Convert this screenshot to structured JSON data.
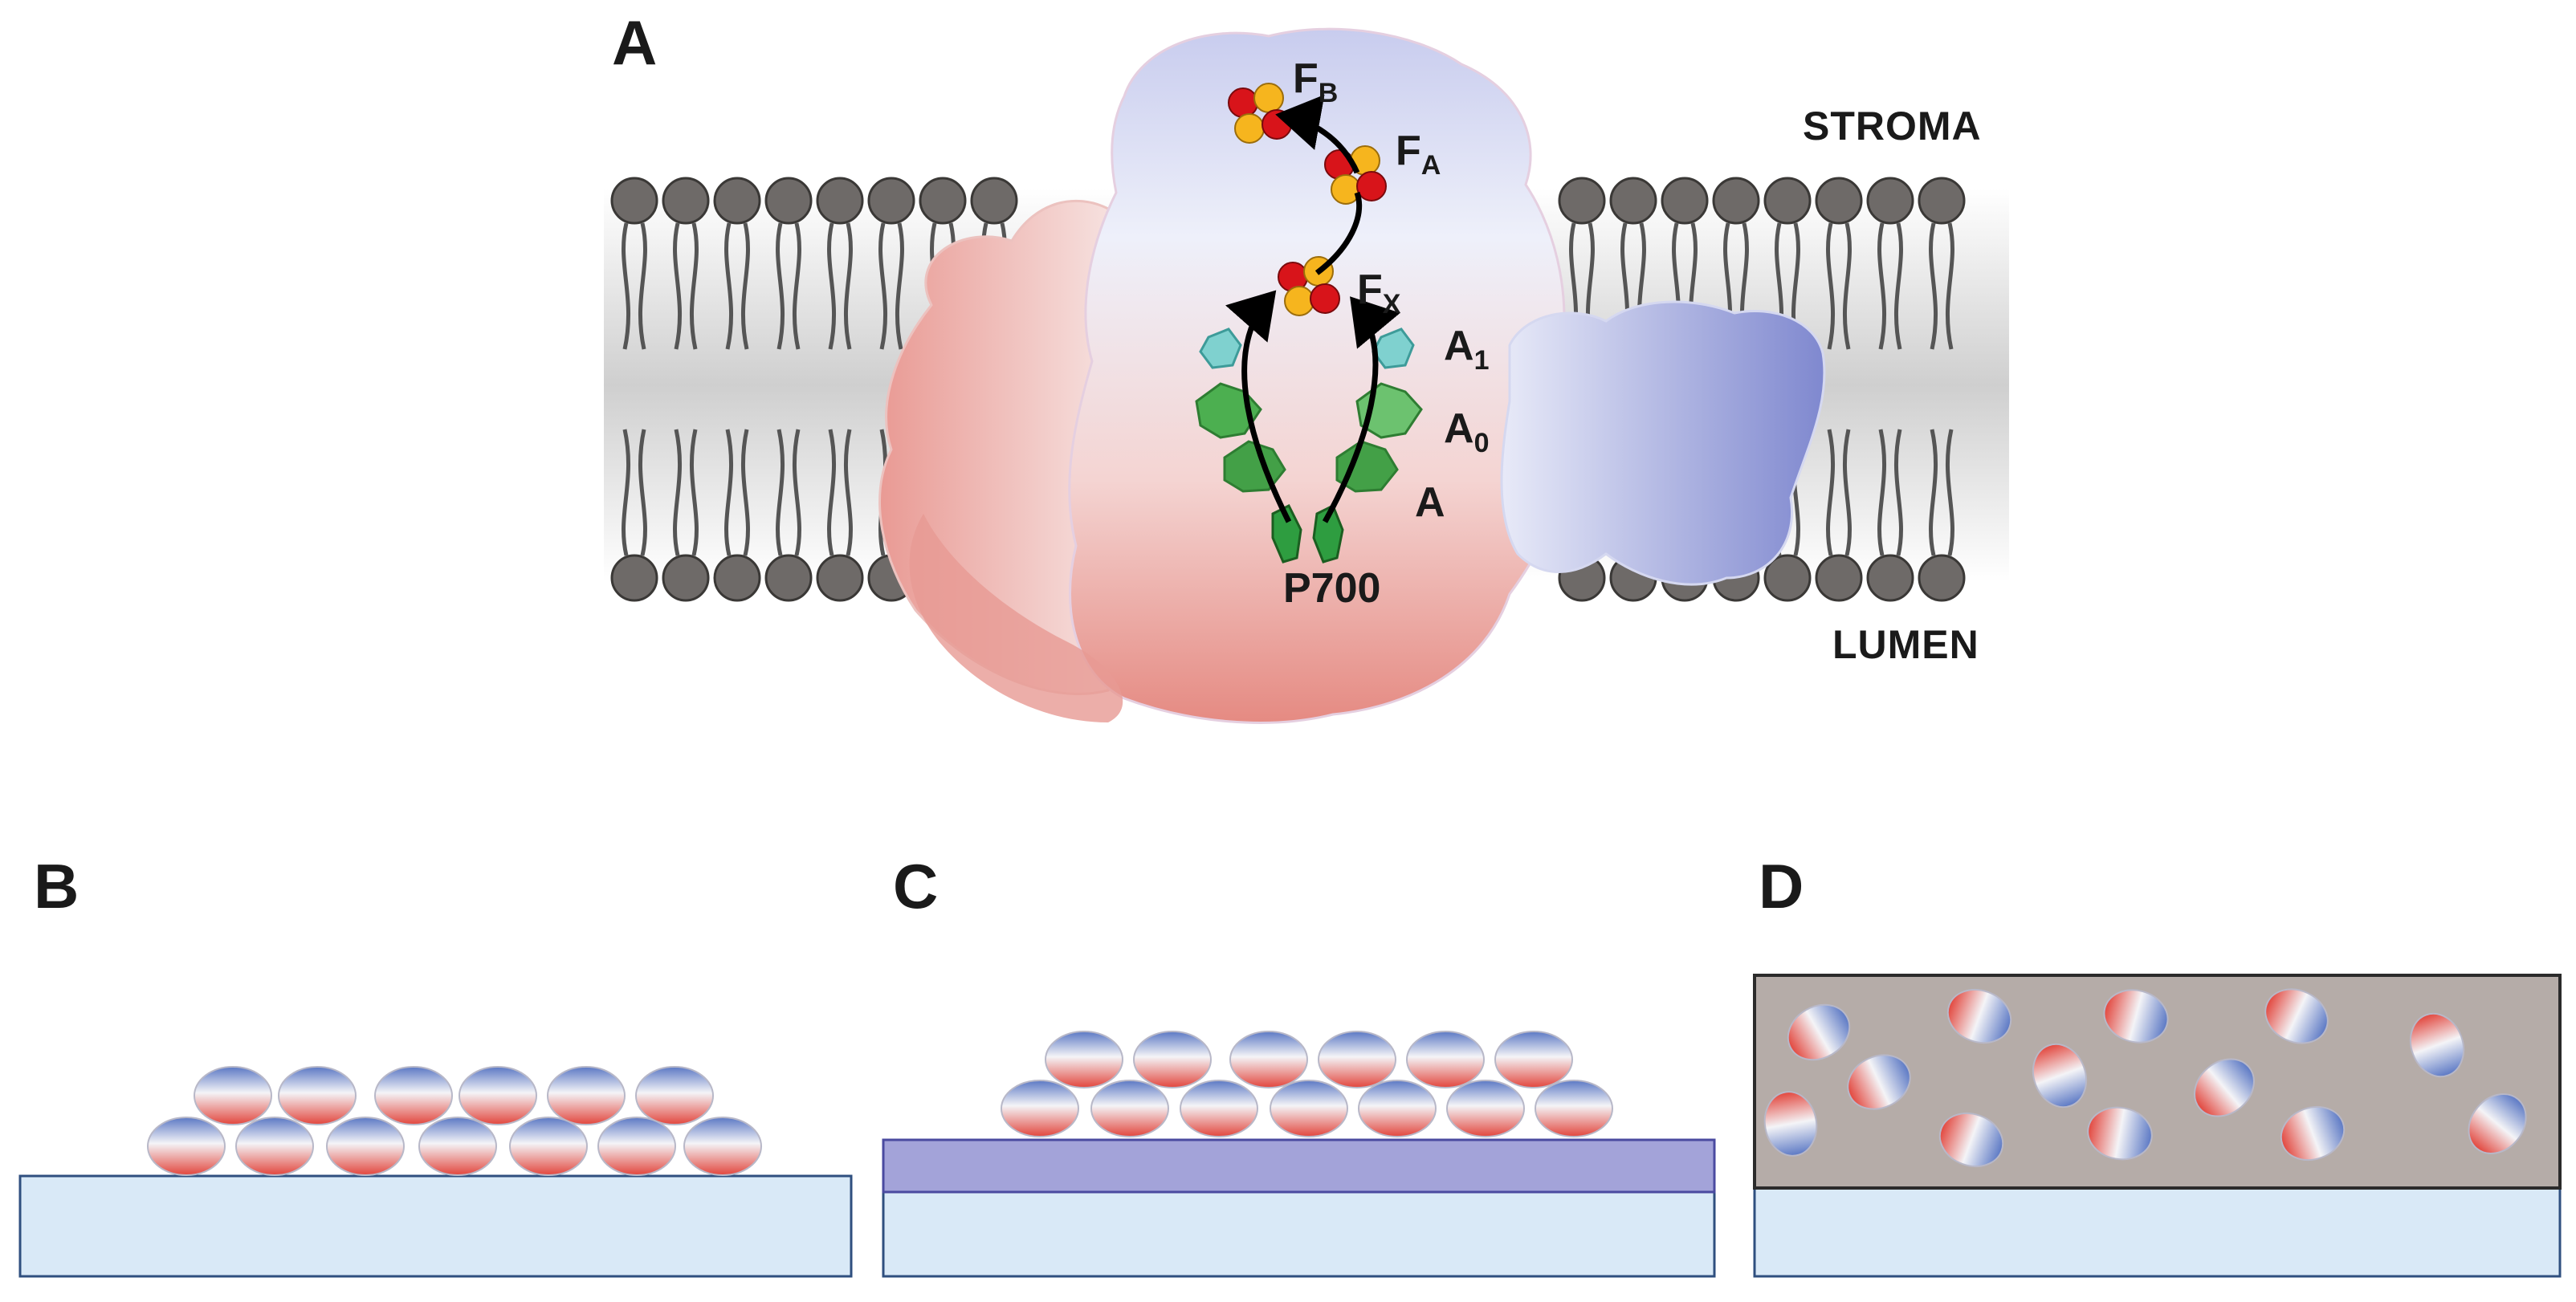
{
  "panels": {
    "a": "A",
    "b": "B",
    "c": "C",
    "d": "D"
  },
  "compartments": {
    "stroma": "STROMA",
    "lumen": "LUMEN"
  },
  "cofactors": {
    "fb": {
      "main": "F",
      "sub": "B"
    },
    "fa": {
      "main": "F",
      "sub": "A"
    },
    "fx": {
      "main": "F",
      "sub": "X"
    },
    "a1": {
      "main": "A",
      "sub": "1"
    },
    "a0": {
      "main": "A",
      "sub": "0"
    },
    "a": {
      "main": "A",
      "sub": ""
    },
    "p700": {
      "main": "P700",
      "sub": ""
    }
  },
  "colors": {
    "lipid_head": "#6e6a68",
    "lipid_tail": "#555555",
    "protein_red": "#e07a72",
    "protein_blue": "#8a93d4",
    "chlorophyll": "#4caf50",
    "quinone": "#7fd1cf",
    "fes_red": "#d8141a",
    "fes_orange": "#f6b51e",
    "substrate": "#d9e9f7",
    "interlayer": "#a3a3d9",
    "matrix": "#b5aca8"
  }
}
